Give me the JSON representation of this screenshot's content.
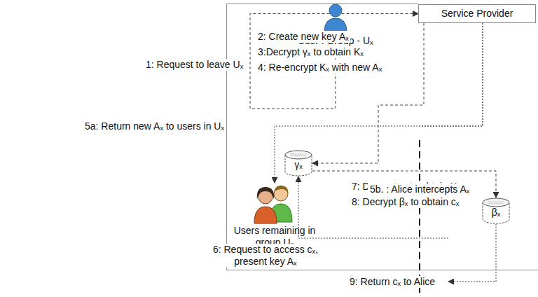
{
  "diagram": {
    "nodes": [
      {
        "text": [
          "Service Provider"
        ]
      },
      {
        "text": [
          "User : Group - Uₓ"
        ]
      },
      {
        "text": [
          "Users remaining in group Uₓ"
        ]
      },
      {
        "text": [
          "Alice"
        ]
      },
      {
        "text": [
          "γₓ"
        ]
      },
      {
        "text": [
          "βₓ"
        ]
      }
    ],
    "edges": [
      {
        "from": 1,
        "to": 0,
        "arrow": "to",
        "label": "1: Request to leave Uₓ"
      },
      {
        "from": 0,
        "to": 2,
        "arrow": "to",
        "label": "5a: Return new Aₓ to users in Uₓ"
      },
      {
        "from": 0,
        "to": 3,
        "arrow": "to",
        "label": "5b. : Alice intercepts Aₓ"
      },
      {
        "from": 3,
        "to": 4,
        "arrow": "to",
        "label": "6: Request to access cₓ, present key Aₓ"
      },
      {
        "from": 0,
        "to": 4,
        "arrow": "to"
      },
      {
        "from": 4,
        "to": 5,
        "arrow": "to"
      },
      {
        "from": 5,
        "to": 3,
        "arrow": "to",
        "label": "9: Return cₓ to Alice"
      }
    ],
    "labels": [
      "2: Create new key Aₓ",
      "3:Decrypt γₓ to obtain Kₓ",
      "4: Re-encrypt Kₓ with new Aₓ",
      "7: Decrypt γₓ to obtain Kₓ",
      "8: Decrypt βₓ to obtain cₓ"
    ]
  }
}
